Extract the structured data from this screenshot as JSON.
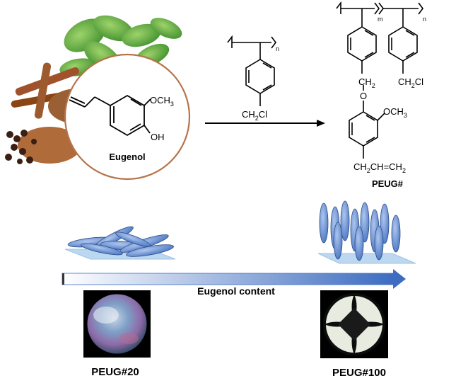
{
  "eugenol": {
    "name": "Eugenol",
    "methoxy": "OCH",
    "methoxy_sub": "3",
    "hydroxyl": "OH"
  },
  "reagent": {
    "repeat_sub": "n",
    "chloromethyl": "CH",
    "chloromethyl_sub": "2",
    "chloromethyl_tail": "Cl"
  },
  "product": {
    "m_label": "m",
    "n_label": "n",
    "linker_ch2": "CH",
    "linker_ch2_sub": "2",
    "oxygen": "O",
    "side_ch2cl": "CH",
    "side_ch2cl_sub": "2",
    "side_ch2cl_tail": "Cl",
    "methoxy": "OCH",
    "methoxy_sub": "3",
    "allyl_a": "CH",
    "allyl_a_sub": "2",
    "allyl_b": "CH=CH",
    "allyl_b_sub": "2",
    "name": "PEUG#"
  },
  "axis": {
    "label": "Eugenol content"
  },
  "samples": [
    {
      "label": "PEUG#20"
    },
    {
      "label": "PEUG#100"
    }
  ],
  "colors": {
    "arrow_start": "#ffffff",
    "arrow_end": "#3d6cc0",
    "ellipse": "#6f94d6",
    "substrate": "#bcd8f1",
    "circle_border": "#b5744a"
  }
}
